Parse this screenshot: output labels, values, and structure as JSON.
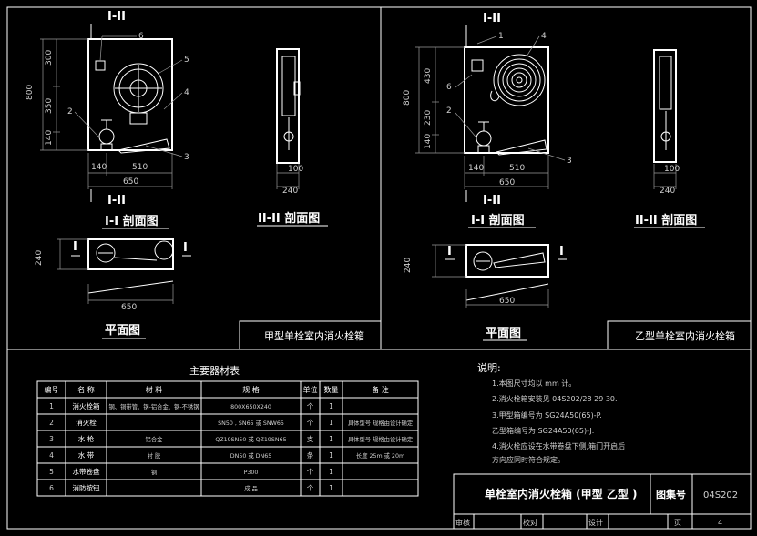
{
  "left_panel": {
    "section_mark_top": "I-II",
    "section_mark_bottom": "I-II",
    "dim_650": "650",
    "dim_510": "510",
    "dim_140": "140",
    "dim_800": "800",
    "dim_300": "300",
    "dim_350": "350",
    "dim_140v": "140",
    "dim_100": "100",
    "dim_240": "240",
    "dim_plan_650": "650",
    "dim_plan_240": "240",
    "callouts": [
      "6",
      "5",
      "4",
      "2",
      "3"
    ],
    "caption_section_1": "I-I 剖面图",
    "caption_section_2": "II-II 剖面图",
    "caption_plan": "平面图",
    "plan_mark": "I",
    "title_box": "甲型单栓室内消火栓箱"
  },
  "right_panel": {
    "section_mark_top": "I-II",
    "section_mark_bottom": "I-II",
    "dim_650": "650",
    "dim_510": "510",
    "dim_140": "140",
    "dim_800": "800",
    "dim_430": "430",
    "dim_230": "230",
    "dim_140v": "140",
    "dim_100": "100",
    "dim_240": "240",
    "dim_plan_650": "650",
    "dim_plan_240": "240",
    "callouts": [
      "1",
      "4",
      "6",
      "2",
      "3"
    ],
    "caption_section_1": "I-I 剖面图",
    "caption_section_2": "II-II 剖面图",
    "caption_plan": "平面图",
    "plan_mark": "I",
    "title_box": "乙型单栓室内消火栓箱"
  },
  "materials": {
    "title": "主要器材表",
    "headers": [
      "编号",
      "名 称",
      "材 料",
      "规 格",
      "单位",
      "数量",
      "备 注"
    ],
    "rows": [
      [
        "1",
        "消火栓箱",
        "钢、铜带管、钢-铝合金、钢-不锈钢",
        "800X650X240",
        "个",
        "1",
        ""
      ],
      [
        "2",
        "消火栓",
        "",
        "SN50 , SN65 或 SNW65",
        "个",
        "1",
        "具体型号 规格由设计确定"
      ],
      [
        "3",
        "水 枪",
        "铝合金",
        "QZ19SN50 或 QZ19SN65",
        "支",
        "1",
        "具体型号 规格由设计确定"
      ],
      [
        "4",
        "水 带",
        "衬 胶",
        "DN50 或 DN65",
        "条",
        "1",
        "长度 25m 或 20m"
      ],
      [
        "5",
        "水带卷盘",
        "钢",
        "P300",
        "个",
        "1",
        ""
      ],
      [
        "6",
        "消防按钮",
        "",
        "成 品",
        "个",
        "1",
        ""
      ]
    ]
  },
  "notes": {
    "title": "说明:",
    "lines": [
      "1.本图尺寸均以 mm 计。",
      "2.消火栓箱安装见 04S202/28 29 30.",
      "3.甲型箱编号为 SG24A50(65)-P.",
      "  乙型箱编号为 SG24A50(65)-J.",
      "4.消火栓应设在水带卷盘下侧,箱门开启后",
      "  方向应同时符合规定。"
    ]
  },
  "title_block": {
    "main": "单栓室内消火栓箱 (甲型 乙型 )",
    "atlas_label": "图集号",
    "atlas_number": "04S202",
    "review": "审核",
    "check": "校对",
    "design": "设计",
    "page_label": "页",
    "page_number": "4"
  }
}
